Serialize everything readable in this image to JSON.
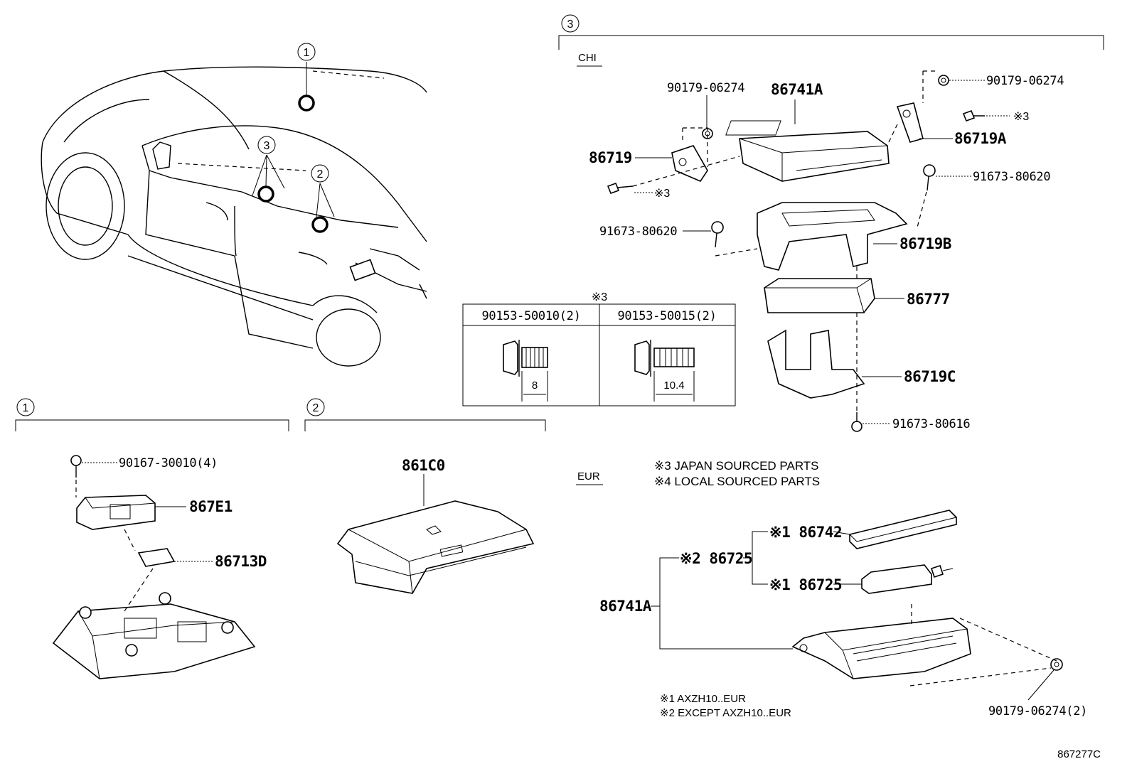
{
  "callouts": {
    "c1": "1",
    "c2": "2",
    "c3": "3"
  },
  "sections": {
    "chi": "CHI",
    "eur": "EUR"
  },
  "chi_parts": {
    "p_86741A": "86741A",
    "p_90179_top_left": "90179-06274",
    "p_90179_top_right": "90179-06274",
    "p_86719": "86719",
    "p_86719A": "86719A",
    "p_star3_left": "※3",
    "p_star3_right": "※3",
    "p_91673_right": "91673-80620",
    "p_91673_left": "91673-80620",
    "p_86719B": "86719B",
    "p_86777": "86777",
    "p_86719C": "86719C",
    "p_91673_80616": "91673-80616"
  },
  "bolt_table": {
    "title": "※3",
    "col1_header": "90153-50010(2)",
    "col2_header": "90153-50015(2)",
    "col1_dim": "8",
    "col2_dim": "10.4"
  },
  "section1_parts": {
    "p_90167": "90167-30010(4)",
    "p_867E1": "867E1",
    "p_86713D": "86713D"
  },
  "section2_parts": {
    "p_861C0": "861C0"
  },
  "notes": {
    "n3": "※3 JAPAN SOURCED PARTS",
    "n4": "※4 LOCAL SOURCED PARTS",
    "n1": "※1 AXZH10..EUR",
    "n2": "※2 EXCEPT AXZH10..EUR"
  },
  "eur_parts": {
    "p_86742": "※1 86742",
    "p_86725_star2": "※2 86725",
    "p_86725_star1": "※1 86725",
    "p_86741A": "86741A",
    "p_90179": "90179-06274(2)"
  },
  "figure_id": "867277C"
}
